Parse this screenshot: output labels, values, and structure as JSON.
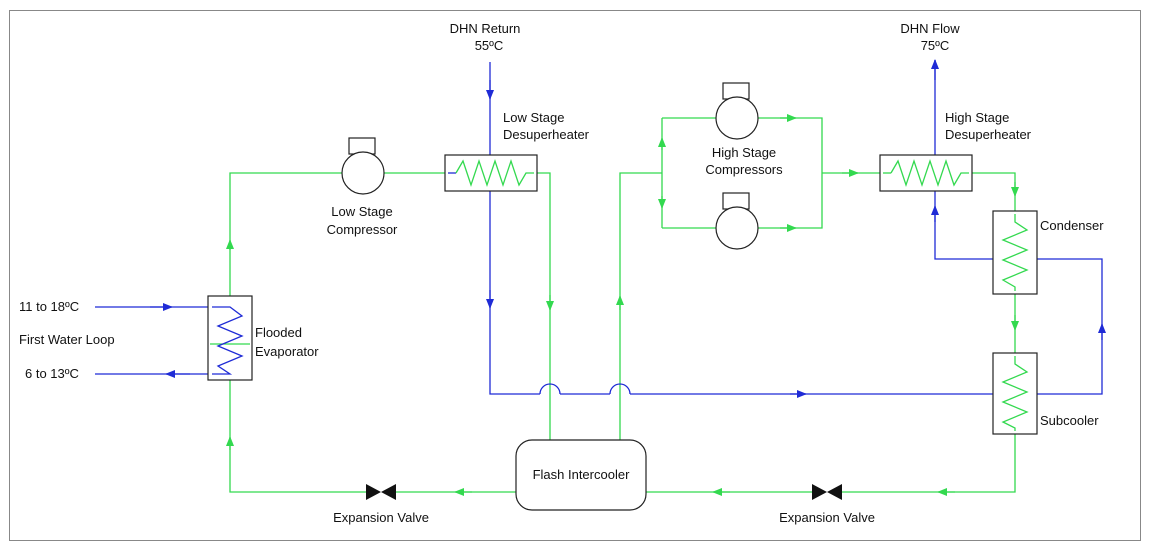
{
  "colors": {
    "refrigerant_line": "#33d94f",
    "water_line": "#1f2bd6",
    "component_outline": "#222222",
    "background": "#ffffff"
  },
  "labels": {
    "dhn_return": "DHN Return",
    "dhn_return_temp": "55ºC",
    "dhn_flow": "DHN Flow",
    "dhn_flow_temp": "75ºC",
    "low_stage_desuperheater_1": "Low Stage",
    "low_stage_desuperheater_2": "Desuperheater",
    "high_stage_desuperheater_1": "High Stage",
    "high_stage_desuperheater_2": "Desuperheater",
    "high_stage_compressors_1": "High Stage",
    "high_stage_compressors_2": "Compressors",
    "low_stage_compressor_1": "Low Stage",
    "low_stage_compressor_2": "Compressor",
    "condenser": "Condenser",
    "subcooler": "Subcooler",
    "flooded_evaporator_1": "Flooded",
    "flooded_evaporator_2": "Evaporator",
    "first_water_loop": "First Water Loop",
    "water_in_temp": "11 to 18ºC",
    "water_out_temp": "6 to 13ºC",
    "flash_intercooler": "Flash Intercooler",
    "expansion_valve_left": "Expansion Valve",
    "expansion_valve_right": "Expansion Valve"
  }
}
